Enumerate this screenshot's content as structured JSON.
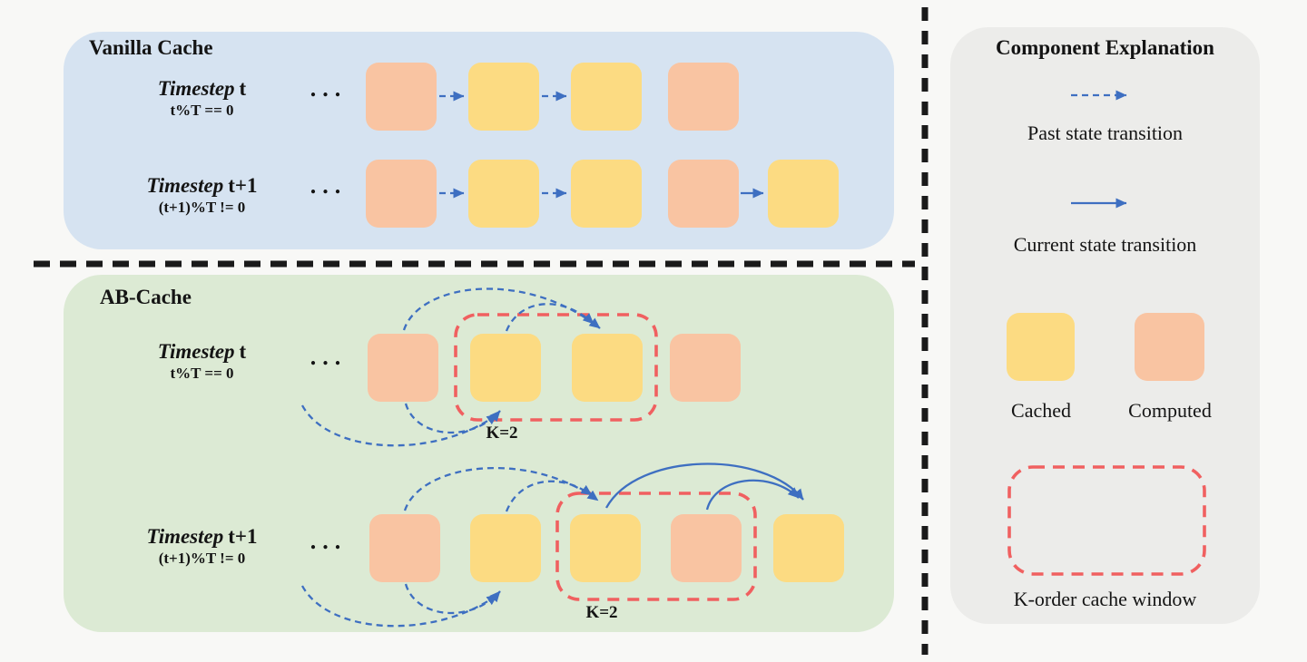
{
  "colors": {
    "background": "#f8f8f6",
    "panel_blue": "#d6e3f1",
    "panel_green": "#dcead4",
    "panel_gray": "#ececea",
    "box_yellow_cached": "#fcdb82",
    "box_orange_computed": "#f9c4a2",
    "arrow_blue": "#3e6fc1",
    "window_red": "#f06060",
    "divider_black": "#1a1a1a",
    "text": "#141414"
  },
  "vanilla": {
    "title": "Vanilla Cache",
    "rows": [
      {
        "label_italic": "Timestep",
        "label_rest": "t",
        "condition": "t%T == 0",
        "dots": "..."
      },
      {
        "label_italic": "Timestep",
        "label_rest": "t+1",
        "condition": "(t+1)%T != 0",
        "dots": "..."
      }
    ]
  },
  "ab": {
    "title": "AB-Cache",
    "rows": [
      {
        "label_italic": "Timestep",
        "label_rest": "t",
        "condition": "t%T == 0",
        "dots": "...",
        "k_label": "K=2"
      },
      {
        "label_italic": "Timestep",
        "label_rest": "t+1",
        "condition": "(t+1)%T != 0",
        "dots": "...",
        "k_label": "K=2"
      }
    ]
  },
  "legend": {
    "title": "Component Explanation",
    "past_label": "Past state transition",
    "current_label": "Current state transition",
    "cached_label": "Cached",
    "computed_label": "Computed",
    "window_label": "K-order cache window"
  }
}
